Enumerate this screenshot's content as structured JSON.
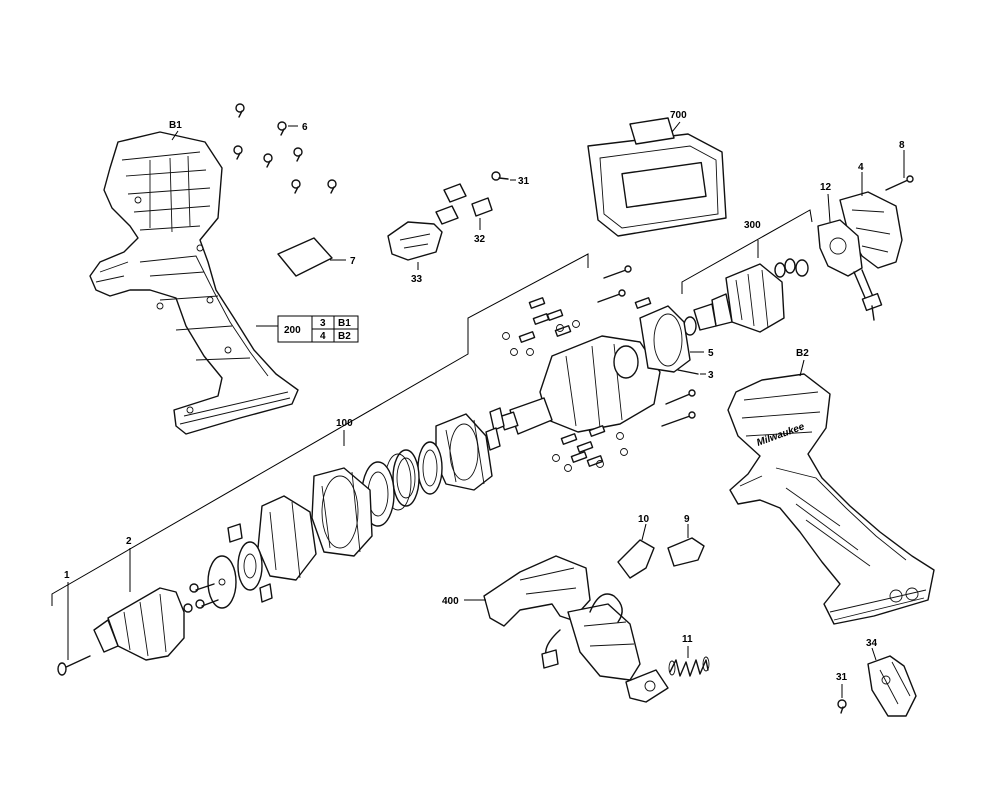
{
  "labels": {
    "l1": "1",
    "l2": "2",
    "l3": "3",
    "l4": "4",
    "l5": "5",
    "l6": "6",
    "l7": "7",
    "l8": "8",
    "l9": "9",
    "l10": "10",
    "l11": "11",
    "l12": "12",
    "l31a": "31",
    "l31b": "31",
    "l32": "32",
    "l33": "33",
    "l34": "34",
    "l100": "100",
    "l300": "300",
    "l400": "400",
    "l700": "700",
    "lB1": "B1",
    "lB2": "B2"
  },
  "table": {
    "main": "200",
    "r1_num": "3",
    "r1_code": "B1",
    "r2_num": "4",
    "r2_code": "B2"
  },
  "logo_text": "Milwaukee",
  "colors": {
    "ink": "#111111",
    "background": "#ffffff"
  }
}
